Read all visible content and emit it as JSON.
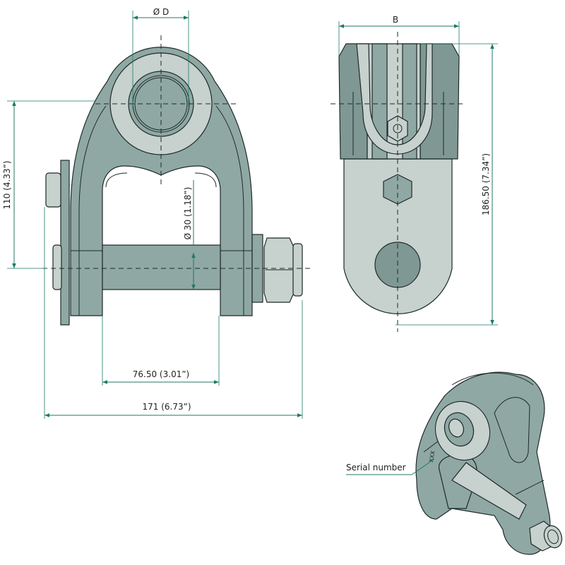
{
  "title": "Shackle technical drawing",
  "dimensions": {
    "pin_diameter": "Ø D",
    "width": "B",
    "height_center": "110 (4.33”)",
    "bolt_diameter": "Ø 30 (1.18”)",
    "inner_width": "76.50 (3.01”)",
    "overall_width": "171 (6.73”)",
    "overall_height": "186.50 (7.34”)"
  },
  "callouts": {
    "serial_label": "Serial number",
    "serial_mark": "XXX"
  },
  "colors": {
    "part": "#8fa8a4",
    "part_light": "#c7d1ce",
    "dimension": "#1f7a66"
  }
}
